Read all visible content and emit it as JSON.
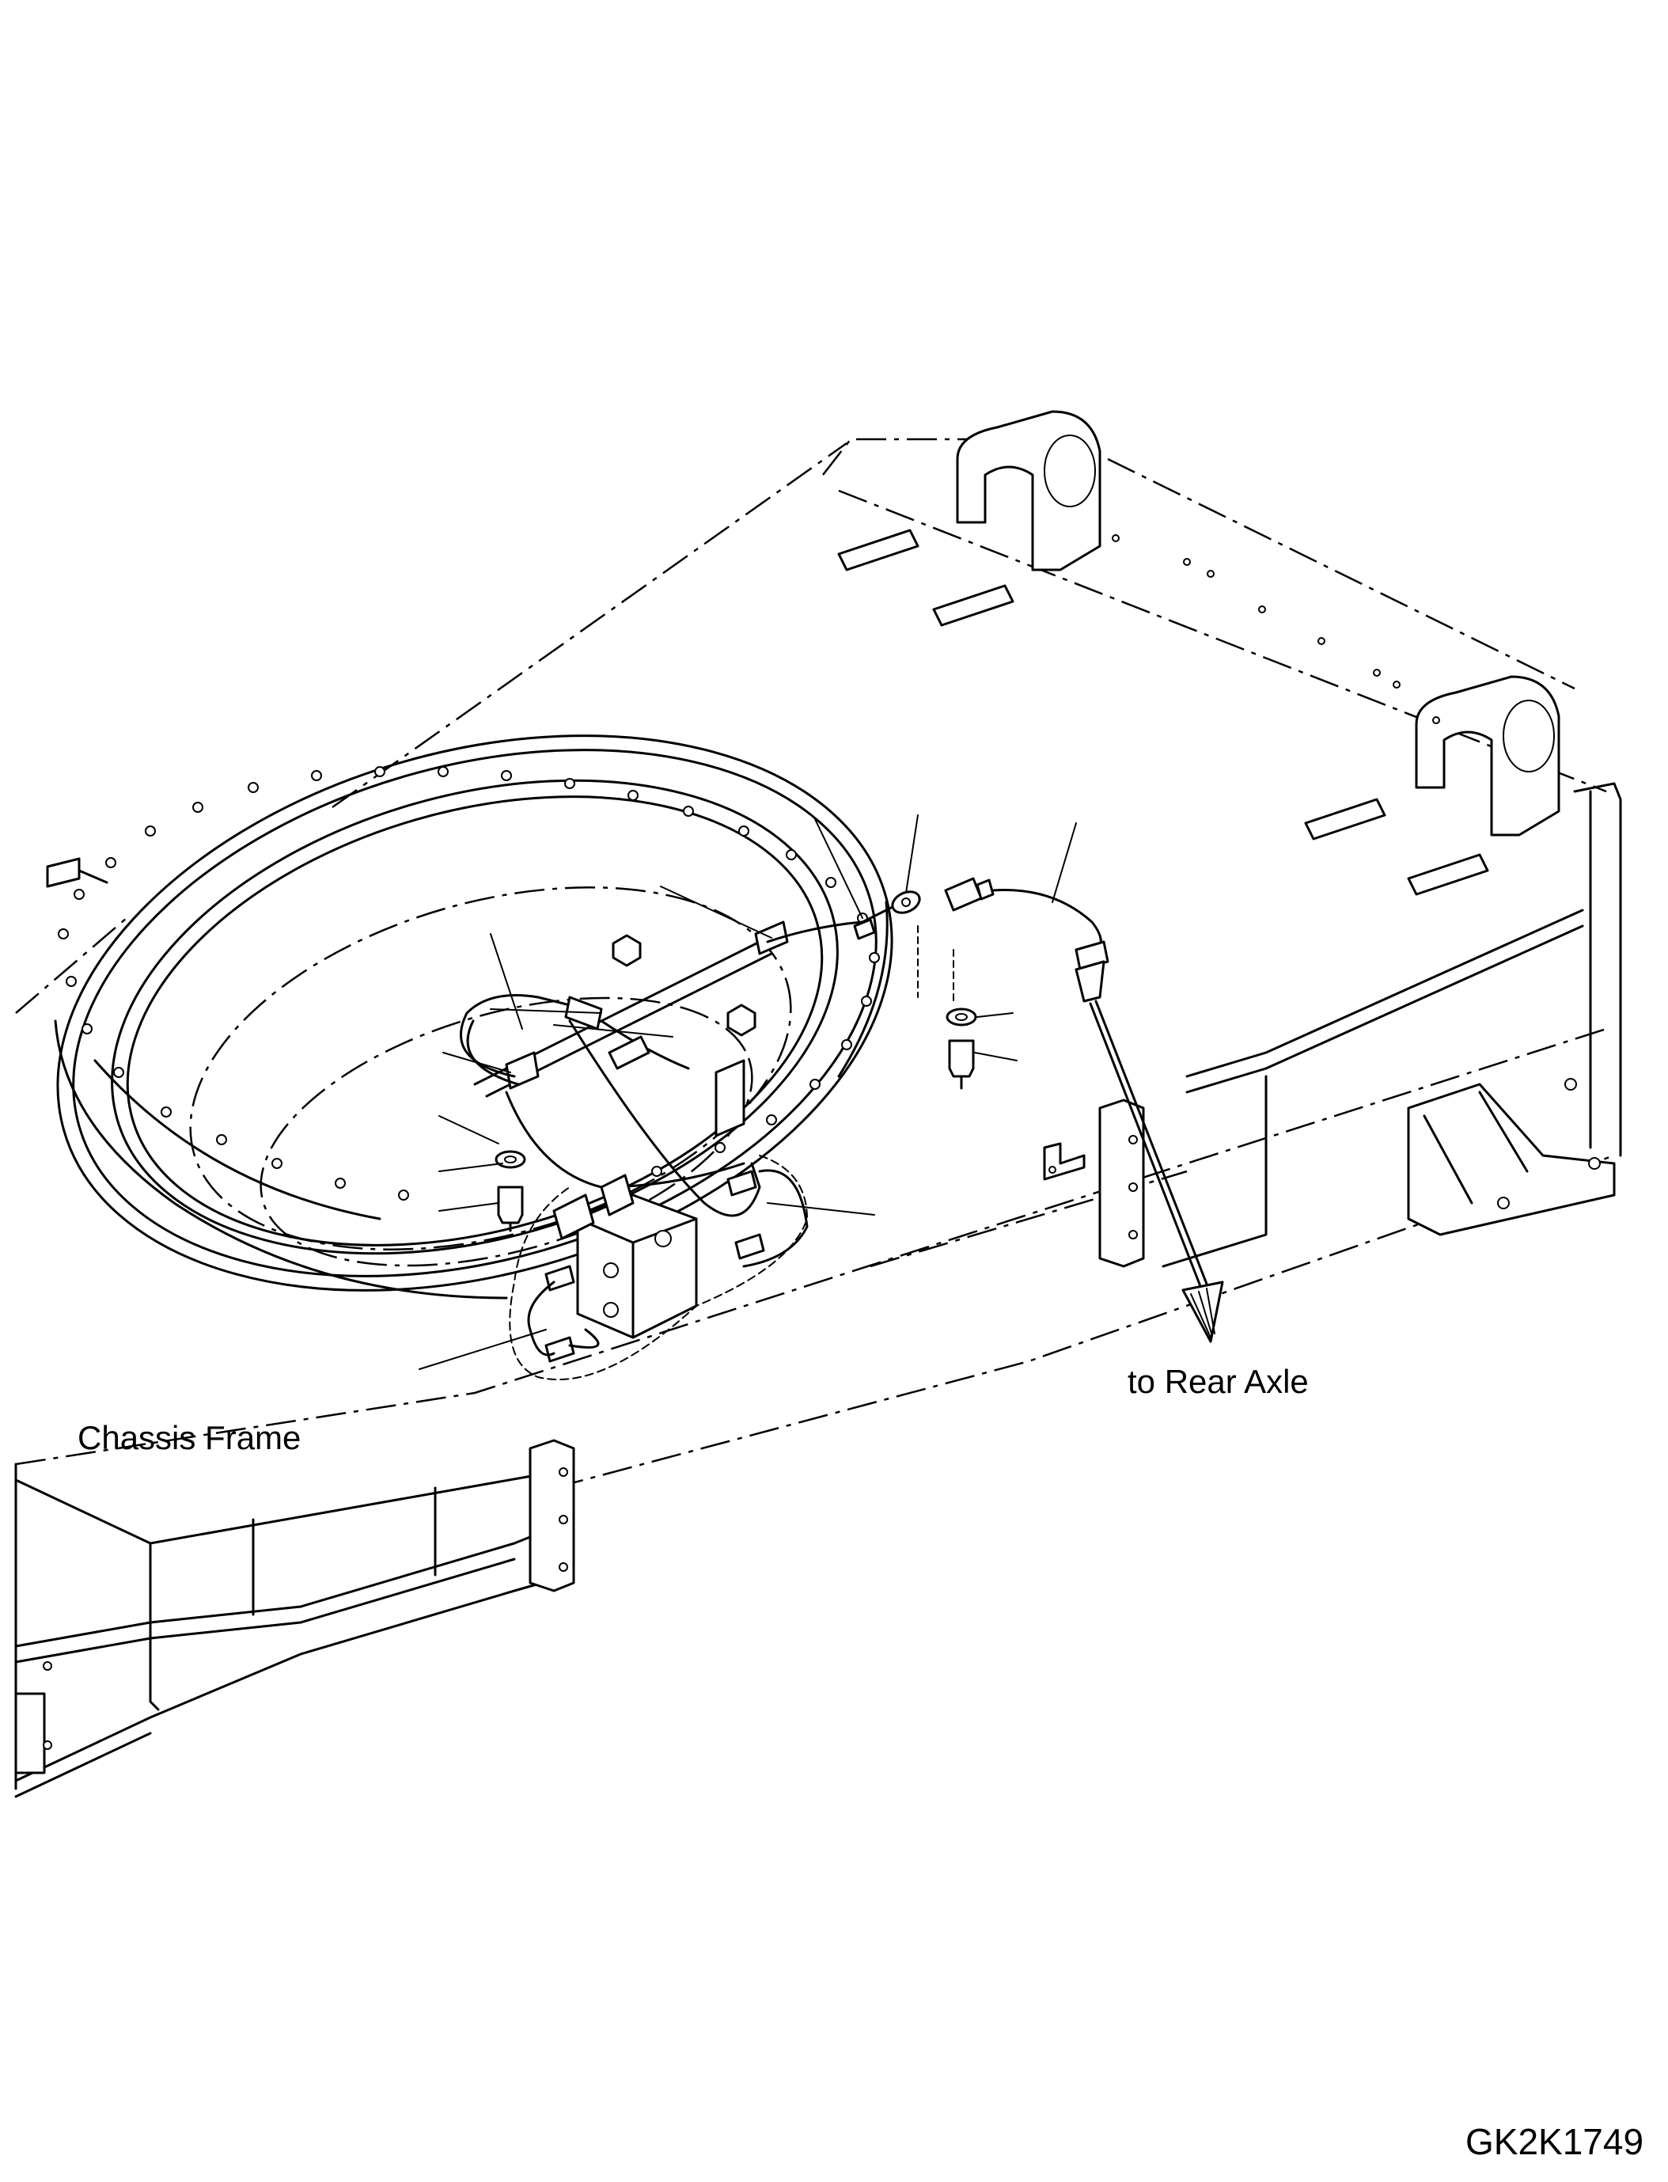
{
  "labels": {
    "chassis_frame": "Chassis Frame",
    "to_rear_axle": "to Rear Axle",
    "drawing_code": "GK2K1749"
  }
}
